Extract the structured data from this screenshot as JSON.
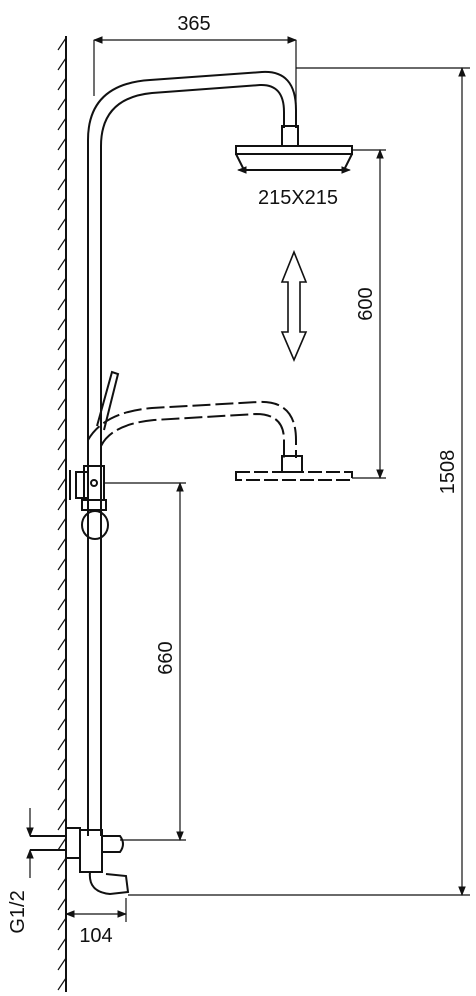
{
  "dimensions": {
    "arm_reach": "365",
    "head_size": "215X215",
    "head_adjust": "600",
    "total_height": "1508",
    "mixer_to_holder": "660",
    "spout_length": "104",
    "thread": "G1/2"
  },
  "colors": {
    "line": "#111111",
    "background": "#ffffff"
  }
}
